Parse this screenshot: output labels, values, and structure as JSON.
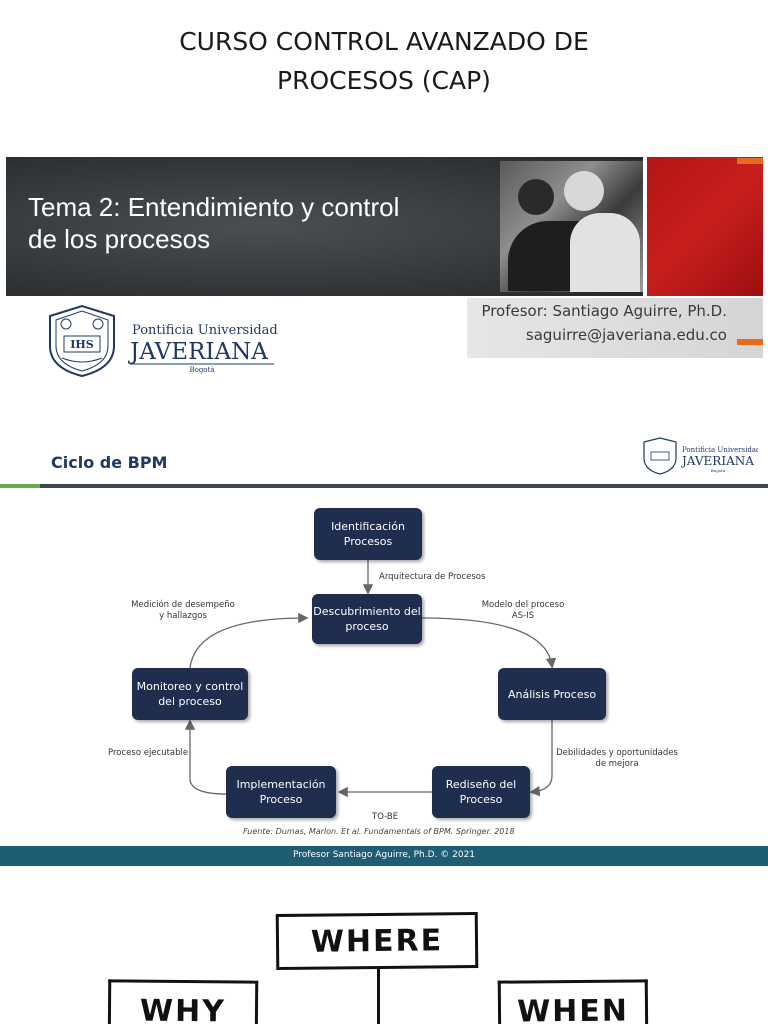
{
  "slide1": {
    "course_title_line1": "CURSO CONTROL AVANZADO DE",
    "course_title_line2": "PROCESOS (CAP)",
    "topic_line1": "Tema 2: Entendimiento y control",
    "topic_line2": "de los procesos",
    "professor": "Profesor: Santiago Aguirre, Ph.D.",
    "email": "saguirre@javeriana.edu.co",
    "university_line1": "Pontificia Universidad",
    "university_line2": "JAVERIANA",
    "university_city": "Bogotá",
    "seal_letters": "IHS",
    "colors": {
      "banner": "#34383b",
      "red_panel": "#c81e1e",
      "accent_orange": "#e86a1c"
    }
  },
  "slide2": {
    "title": "Ciclo de BPM",
    "logo_line1": "Pontificia Universidad",
    "logo_line2": "JAVERIANA",
    "logo_city": "Bogotá",
    "boxes": {
      "identificacion": "Identificación Procesos",
      "descubrimiento": "Descubrimiento del proceso",
      "analisis": "Análisis Proceso",
      "rediseno": "Rediseño del Proceso",
      "implementacion": "Implementación Proceso",
      "monitoreo": "Monitoreo y control del proceso"
    },
    "edge_labels": {
      "arquitectura": "Arquitectura de Procesos",
      "modelo_asis_1": "Modelo del proceso",
      "modelo_asis_2": "AS-IS",
      "debilidades_1": "Debilidades y oportunidades",
      "debilidades_2": "de mejora",
      "tobe": "TO-BE",
      "ejecutable": "Proceso ejecutable",
      "medicion_1": "Medición de desempeño",
      "medicion_2": "y hallazgos"
    },
    "source": "Fuente: Dumas, Marlon. Et al. Fundamentals of BPM. Springer. 2018",
    "footer": "Profesor Santiago Aguirre, Ph.D. © 2021",
    "colors": {
      "box": "#1f2d4e",
      "footer": "#1e5d73",
      "title": "#1f3864",
      "green_accent": "#6aa84f"
    }
  },
  "slide3": {
    "where": "WHERE",
    "why": "WHY",
    "when": "WHEN"
  }
}
